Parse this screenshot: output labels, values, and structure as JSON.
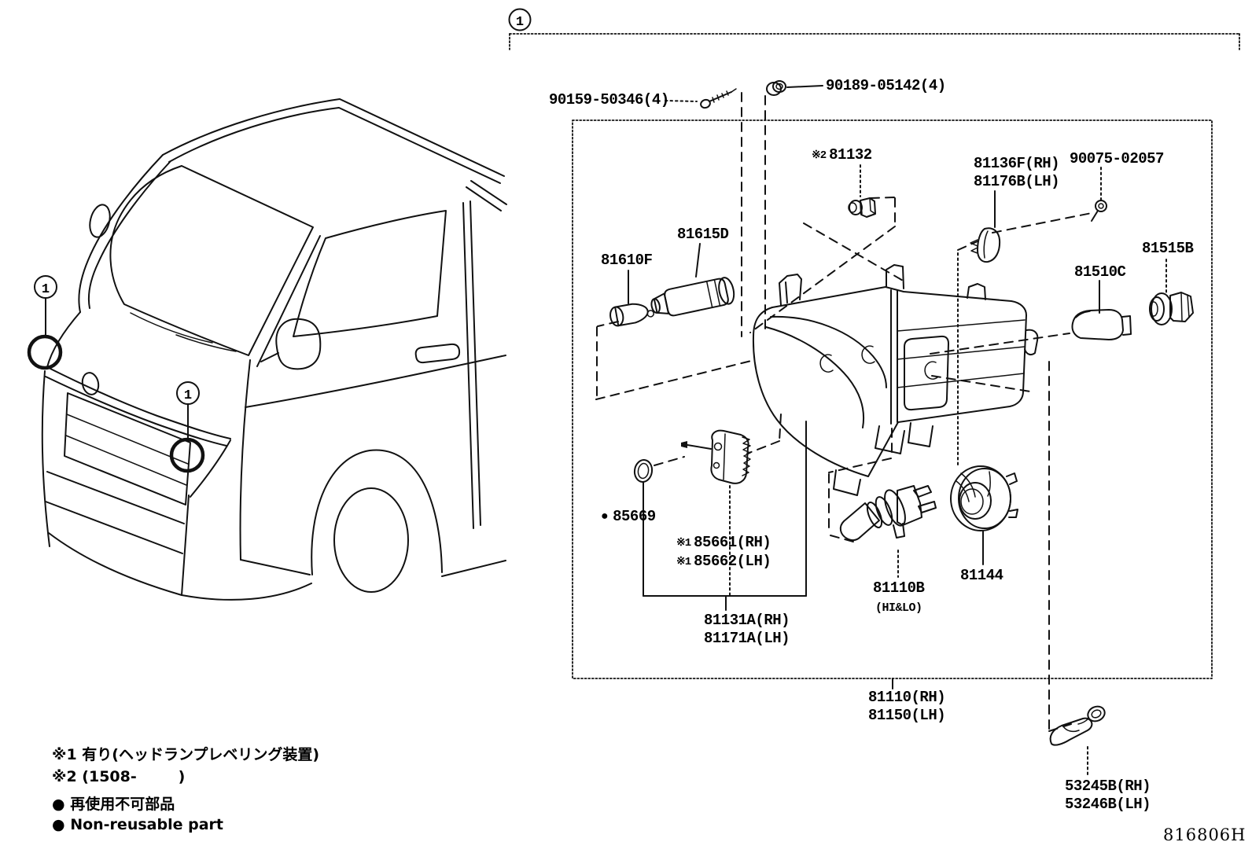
{
  "colors": {
    "line": "#111111",
    "background": "#ffffff"
  },
  "callout": "1",
  "figure_code": "816806H",
  "parts": {
    "screw_90159": {
      "label": "90159-50346(4)"
    },
    "nut_90189": {
      "label": "90189-05142(4)"
    },
    "socket_81132": {
      "prefix": "※2",
      "label": "81132"
    },
    "retainer_81136": {
      "rh": "81136F(RH)",
      "lh": "81176B(LH)"
    },
    "screw_90075": {
      "label": "90075-02057"
    },
    "socket_81615": {
      "label": "81615D"
    },
    "bulb_81610": {
      "label": "81610F"
    },
    "socket_81515": {
      "label": "81515B"
    },
    "bulb_81510": {
      "label": "81510C"
    },
    "gasket_85669": {
      "bullet": "●",
      "label": "85669"
    },
    "leveling_85661": {
      "prefix": "※1",
      "rh": "85661(RH)",
      "lh": "85662(LH)"
    },
    "bulb_81110b": {
      "label": "81110B",
      "sub": "(HI&LO)"
    },
    "cover_81144": {
      "label": "81144"
    },
    "unit_81131": {
      "rh": "81131A(RH)",
      "lh": "81171A(LH)"
    },
    "headlamp_81110": {
      "rh": "81110(RH)",
      "lh": "81150(LH)"
    },
    "clamp_53245": {
      "rh": "53245B(RH)",
      "lh": "53246B(LH)"
    }
  },
  "legend": {
    "note1": "※1 有り(ヘッドランプレベリング装置)",
    "note2": "※2 (1508-        )",
    "note3": "● 再使用不可部品",
    "note4": "● Non-reusable part"
  }
}
